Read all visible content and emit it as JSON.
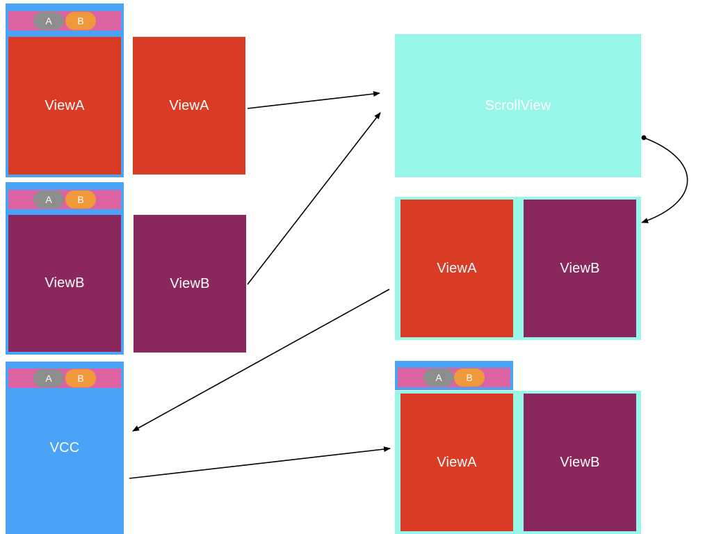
{
  "labels": {
    "view_a": "ViewA",
    "view_b": "ViewB",
    "scroll_view": "ScrollView",
    "vcc": "VCC",
    "seg_a": "A",
    "seg_b": "B"
  },
  "colors": {
    "container_blue": "#4aa3f7",
    "view_a_red": "#d93b24",
    "view_b_purple": "#8a275c",
    "scrollview_aqua": "#98f7e9",
    "tabbar_pink": "#dc62a2",
    "segment_a_gray": "#8d8d8d",
    "segment_b_orange": "#f0993c",
    "arrow": "#000000"
  }
}
